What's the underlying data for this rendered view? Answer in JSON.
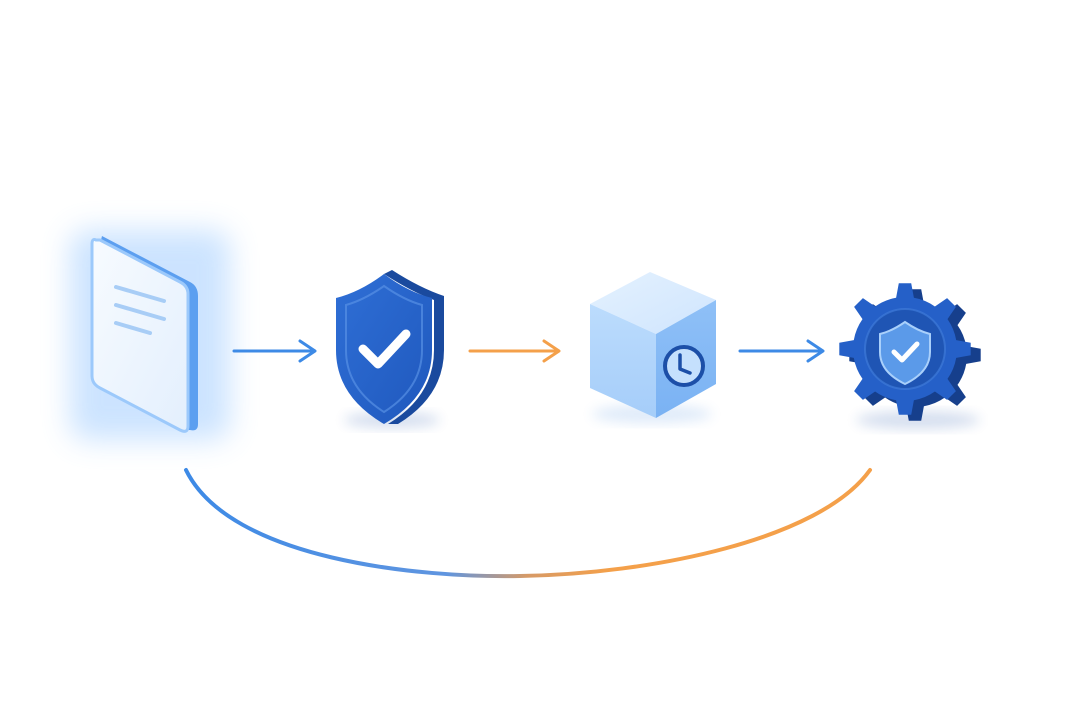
{
  "diagram": {
    "nodes": [
      {
        "id": "document",
        "icon": "document-icon"
      },
      {
        "id": "shield",
        "icon": "shield-check-icon"
      },
      {
        "id": "timed-box",
        "icon": "clock-cube-icon"
      },
      {
        "id": "secure-gear",
        "icon": "gear-shield-icon"
      }
    ],
    "edges": [
      {
        "from": "document",
        "to": "shield",
        "color": "#3d8ae6"
      },
      {
        "from": "shield",
        "to": "timed-box",
        "color": "#f4a04a"
      },
      {
        "from": "timed-box",
        "to": "secure-gear",
        "color": "#3d8ae6"
      }
    ],
    "return_arc": {
      "from": "secure-gear",
      "to": "document",
      "colors": [
        "#3d8ae6",
        "#f4a04a"
      ]
    }
  },
  "colors": {
    "primary_blue": "#2563c9",
    "deep_blue": "#1c4fa8",
    "light_blue": "#a9d0fb",
    "accent_orange": "#f4a04a",
    "arrow_blue": "#3d8ae6"
  }
}
